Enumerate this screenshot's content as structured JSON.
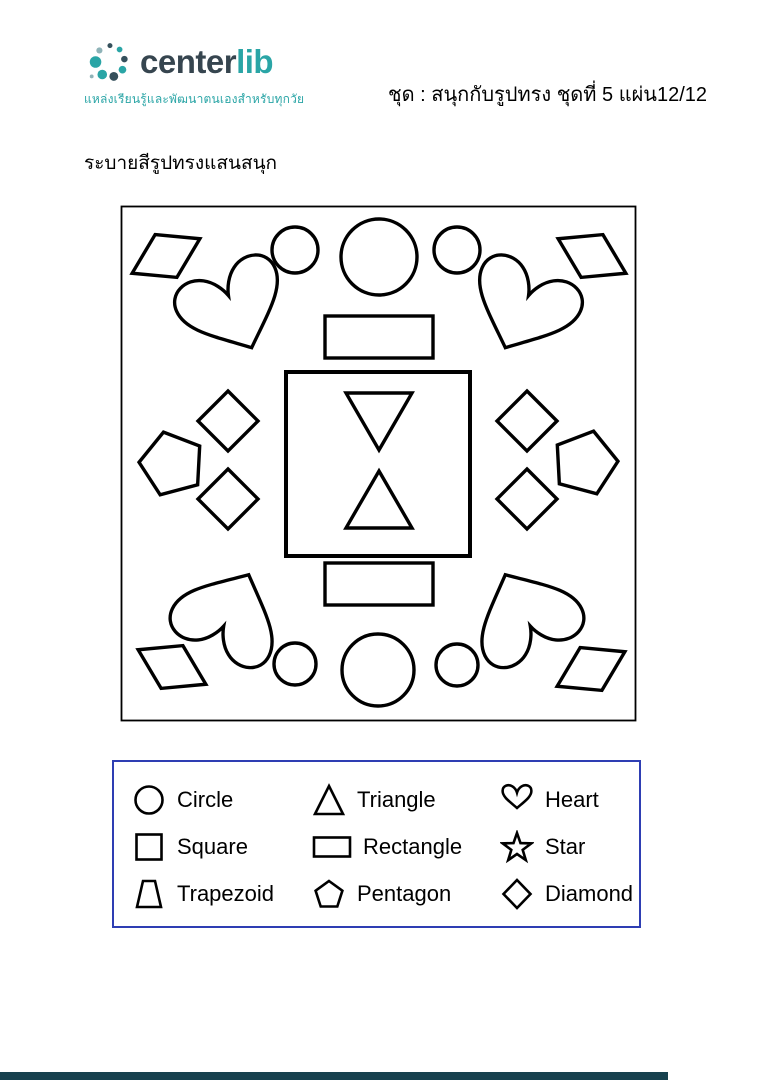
{
  "page": {
    "background": "#ffffff"
  },
  "header": {
    "brand": {
      "name_primary": "center",
      "name_secondary": "lib",
      "tagline": "แหล่งเรียนรู้และพัฒนาตนเองสำหรับทุกวัย"
    },
    "series_info": "ชุด : สนุกกับรูปทรง  ชุดที่ 5 แผ่น12/12"
  },
  "worksheet": {
    "instruction": "ระบายสีรูปทรงแสนสนุก",
    "picture_shapes": [
      "rhombus",
      "circle",
      "heart",
      "rectangle",
      "square",
      "triangle",
      "diamond",
      "pentagon"
    ]
  },
  "legend": {
    "items": [
      {
        "shape": "circle",
        "label": "Circle"
      },
      {
        "shape": "triangle",
        "label": "Triangle"
      },
      {
        "shape": "heart",
        "label": "Heart"
      },
      {
        "shape": "square",
        "label": "Square"
      },
      {
        "shape": "rectangle",
        "label": "Rectangle"
      },
      {
        "shape": "star",
        "label": "Star"
      },
      {
        "shape": "trapezoid",
        "label": "Trapezoid"
      },
      {
        "shape": "pentagon",
        "label": "Pentagon"
      },
      {
        "shape": "diamond",
        "label": "Diamond"
      }
    ]
  },
  "colors": {
    "brand_dark": "#36454f",
    "brand_teal": "#2aa5a6",
    "legend_border": "#2e3eb3",
    "shape_stroke": "#000000",
    "footer_bar": "#17414e"
  }
}
